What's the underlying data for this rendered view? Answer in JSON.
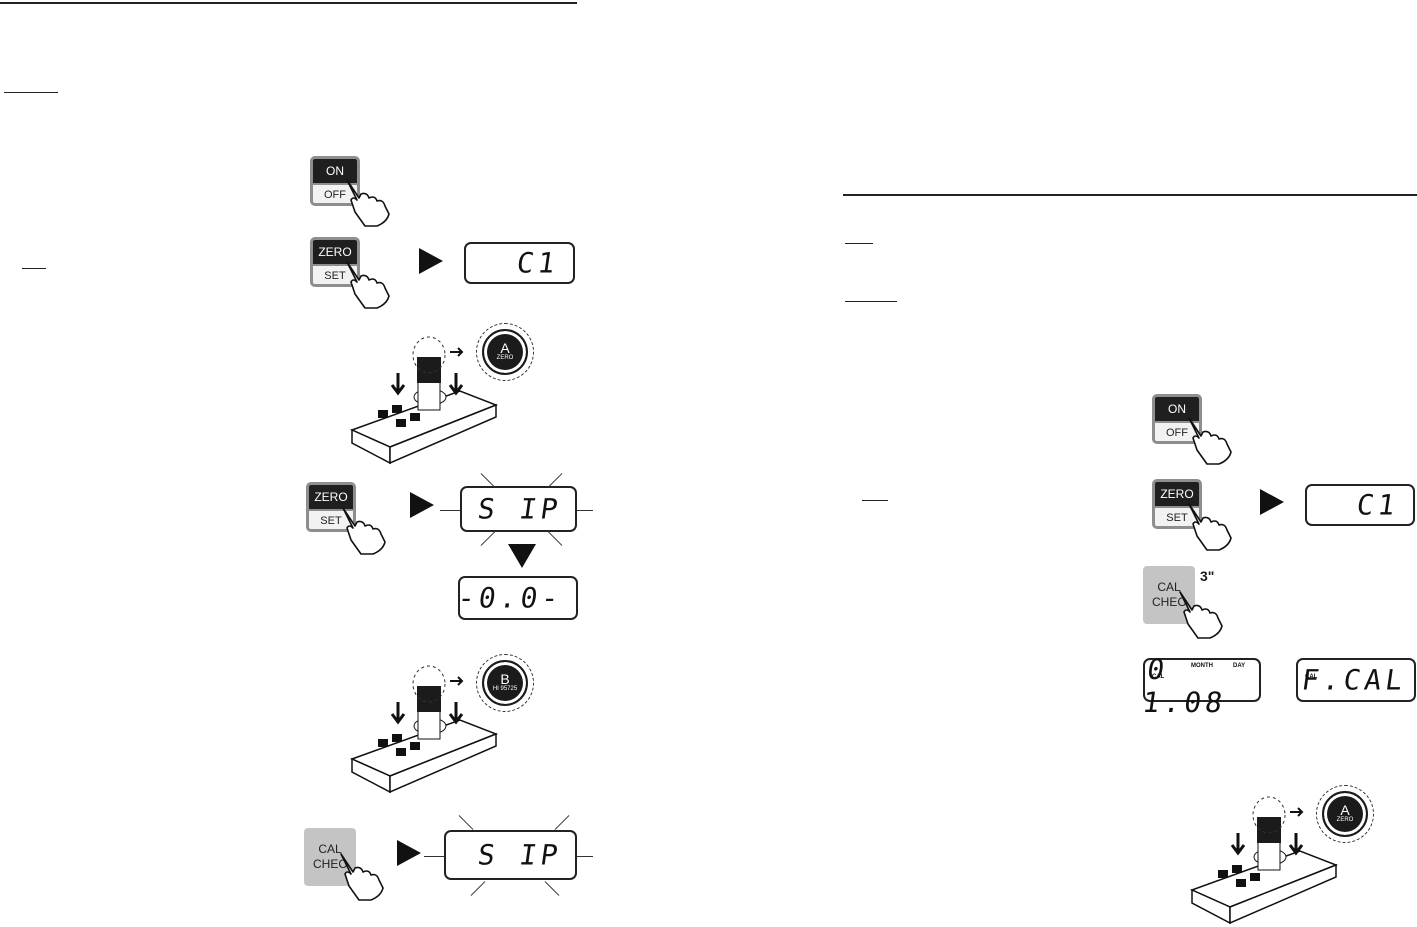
{
  "keys": {
    "on": "ON",
    "off": "OFF",
    "zero": "ZERO",
    "set": "SET",
    "cal": "CAL",
    "check": "CHEC"
  },
  "displays": {
    "c1": "C1",
    "sip": "S IP",
    "zero_reading": "-0.0-",
    "date": "0 1.08",
    "fcal": "F.CAL",
    "cal_tag": "CAL",
    "month": "MONTH",
    "day": "DAY"
  },
  "caps": {
    "a_letter": "A",
    "a_label": "ZERO",
    "b_letter": "B",
    "b_label": "HI 95725"
  },
  "hold_time": "3\""
}
